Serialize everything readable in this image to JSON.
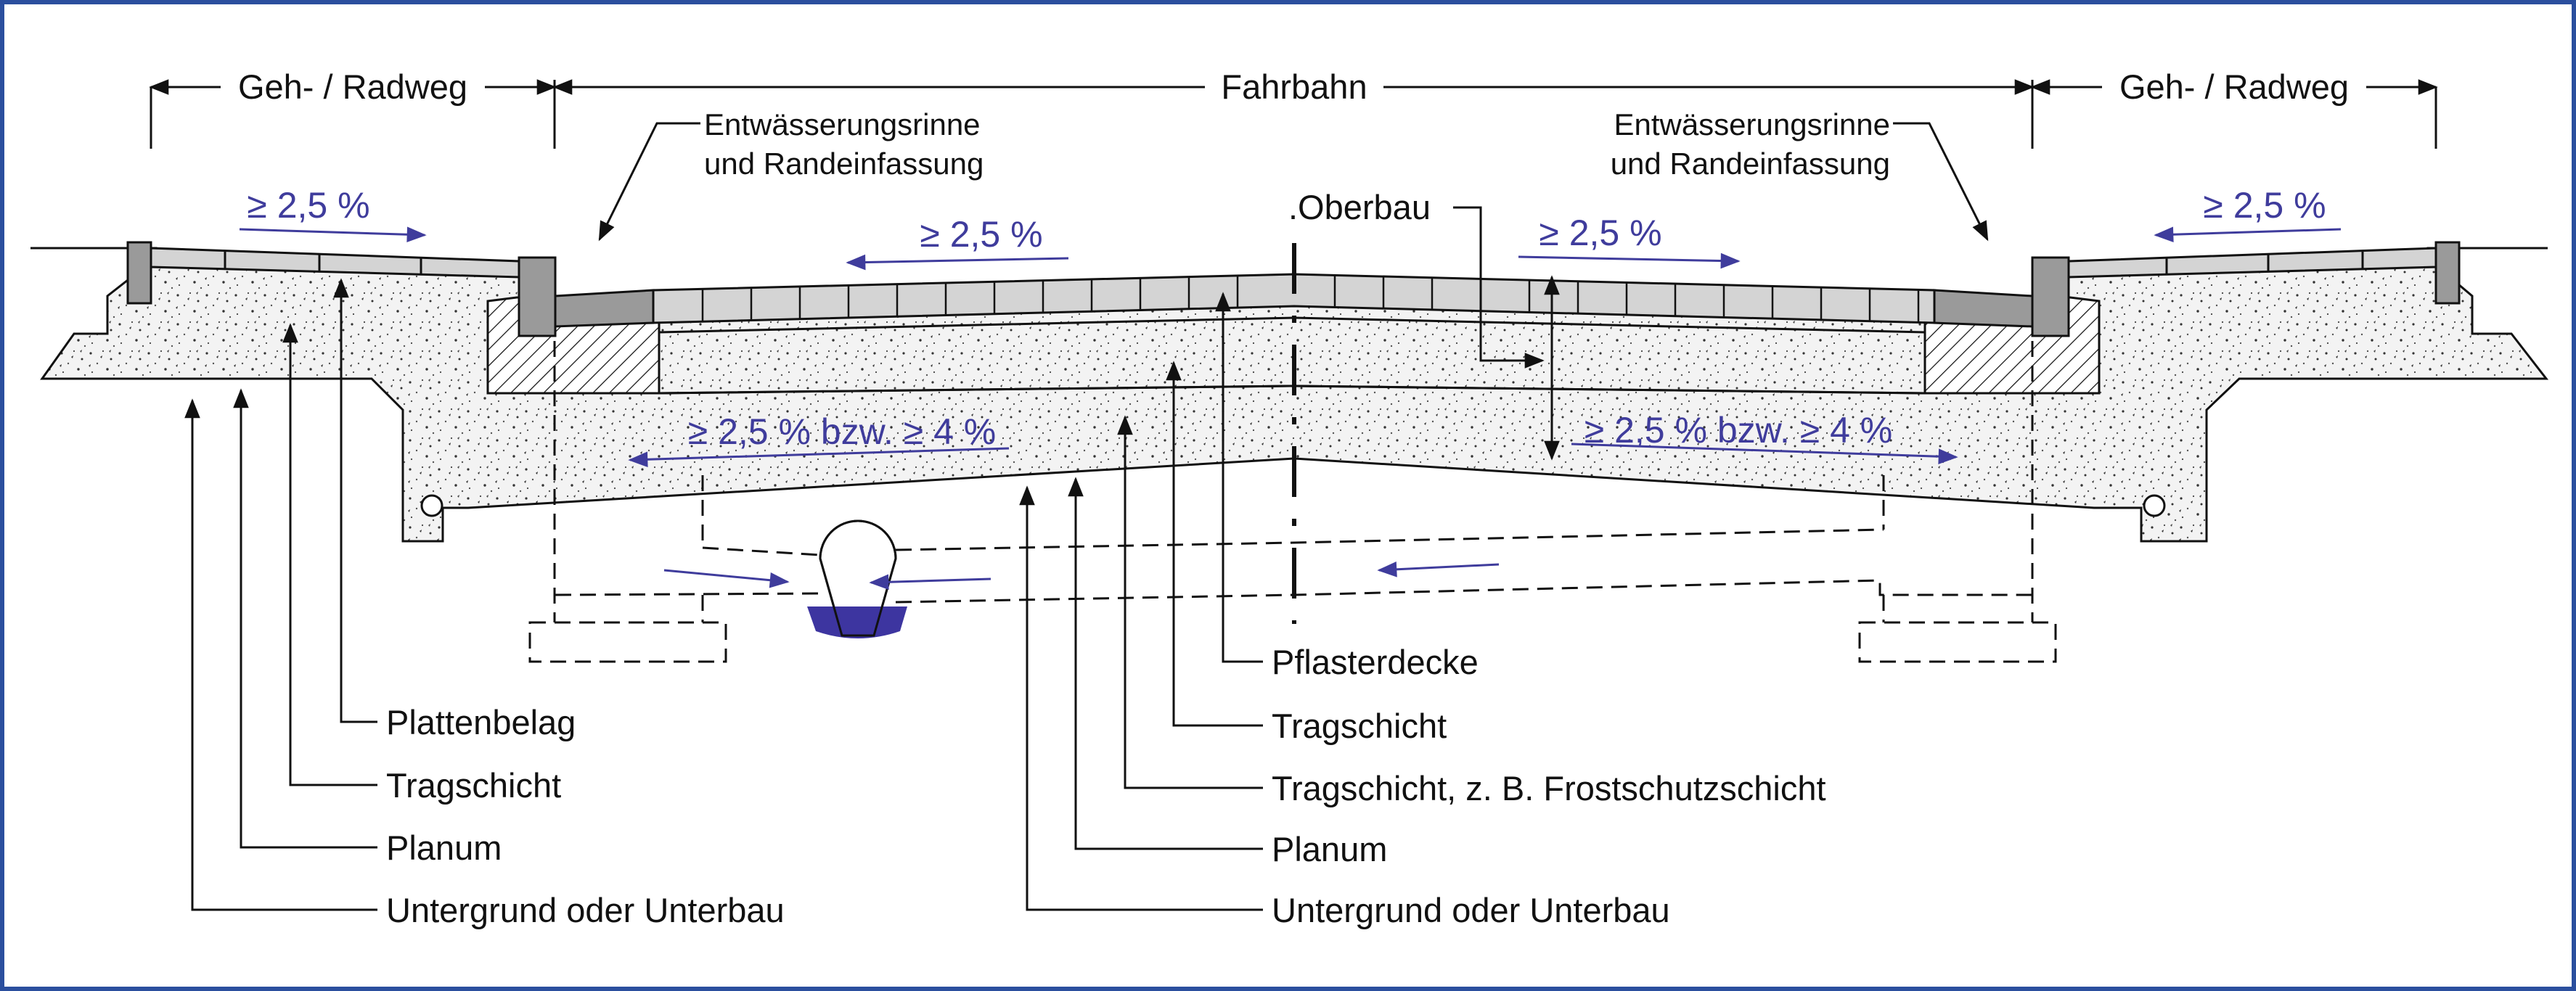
{
  "dimensions": {
    "left_walk": "Geh- / Radweg",
    "roadway": "Fahrbahn",
    "right_walk": "Geh- / Radweg"
  },
  "gutter_left": {
    "line1": "Entwässerungsrinne",
    "line2": "und Randeinfassung"
  },
  "gutter_right": {
    "line1": "Entwässerungsrinne",
    "line2": "und Randeinfassung"
  },
  "oberbau": ".Oberbau",
  "slopes": {
    "walk_left": "≥ 2,5 %",
    "road_left": "≥ 2,5 %",
    "road_right": "≥ 2,5 %",
    "walk_right": "≥ 2,5 %",
    "subgrade_left": "≥ 2,5 % bzw. ≥ 4 %",
    "subgrade_right": "≥ 2,5 % bzw. ≥ 4 %"
  },
  "labels_left": [
    "Plattenbelag",
    "Tragschicht",
    "Planum",
    "Untergrund oder Unterbau"
  ],
  "labels_right": [
    "Pflasterdecke",
    "Tragschicht",
    "Tragschicht, z. B. Frostschutzschicht",
    "Planum",
    "Untergrund oder Unterbau"
  ],
  "colors": {
    "frame": "#2b4f9e",
    "slope_text": "#3f3c9c",
    "water": "#3d35a0",
    "paving": "#d4d4d4",
    "curb": "#9a9a9a"
  }
}
